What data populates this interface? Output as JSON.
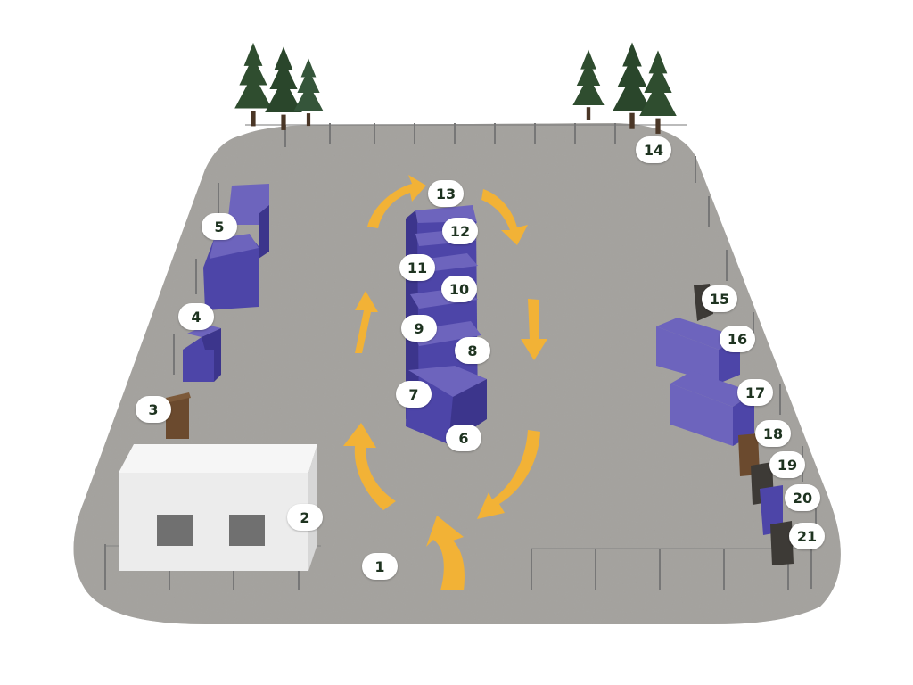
{
  "colors": {
    "ground": "#a6a4a0",
    "ground_edge": "#9a9893",
    "container_top": "#6d64bd",
    "container_front": "#4d45a8",
    "container_side": "#3c358c",
    "arrow": "#f2b236",
    "tree": "#2f4d2f",
    "tree_dark": "#243b25",
    "building": "#f1f1f1",
    "building_side": "#dcdcdc",
    "window": "#707070",
    "fence": "#777777",
    "label_text": "#1e3320",
    "bin_brown": "#6b4a2e",
    "bin_dark": "#3d3a36"
  },
  "labels": [
    {
      "id": "label-1",
      "text": "1"
    },
    {
      "id": "label-2",
      "text": "2"
    },
    {
      "id": "label-3",
      "text": "3"
    },
    {
      "id": "label-4",
      "text": "4"
    },
    {
      "id": "label-5",
      "text": "5"
    },
    {
      "id": "label-6",
      "text": "6"
    },
    {
      "id": "label-7",
      "text": "7"
    },
    {
      "id": "label-8",
      "text": "8"
    },
    {
      "id": "label-9",
      "text": "9"
    },
    {
      "id": "label-10",
      "text": "10"
    },
    {
      "id": "label-11",
      "text": "11"
    },
    {
      "id": "label-12",
      "text": "12"
    },
    {
      "id": "label-13",
      "text": "13"
    },
    {
      "id": "label-14",
      "text": "14"
    },
    {
      "id": "label-15",
      "text": "15"
    },
    {
      "id": "label-16",
      "text": "16"
    },
    {
      "id": "label-17",
      "text": "17"
    },
    {
      "id": "label-18",
      "text": "18"
    },
    {
      "id": "label-19",
      "text": "19"
    },
    {
      "id": "label-20",
      "text": "20"
    },
    {
      "id": "label-21",
      "text": "21"
    }
  ]
}
